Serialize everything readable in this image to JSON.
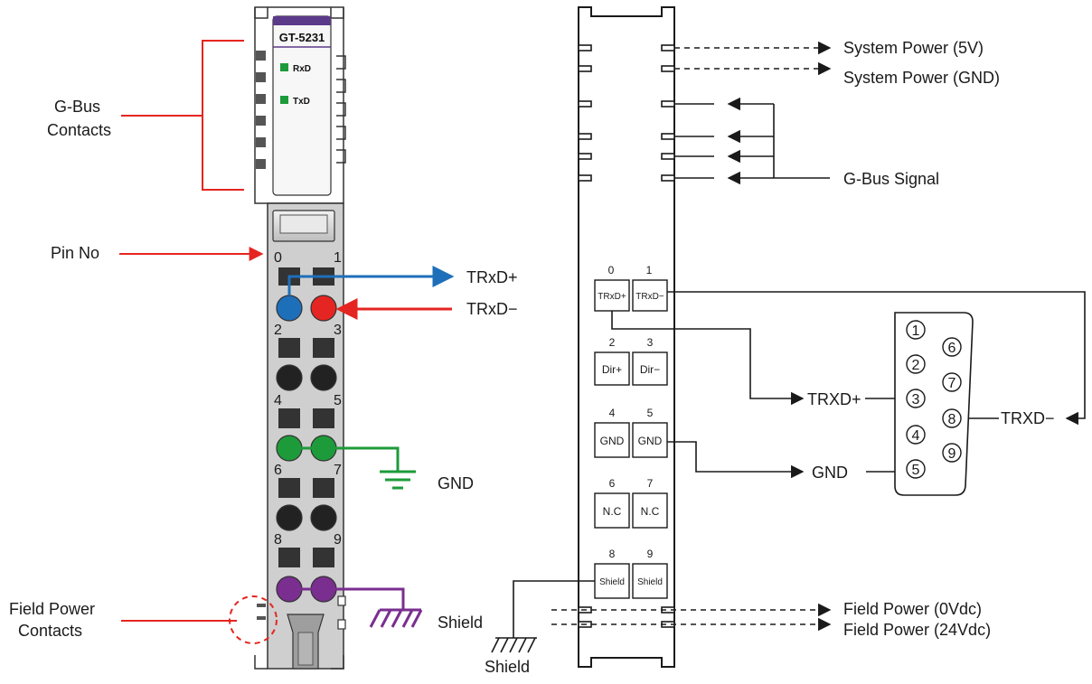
{
  "module": {
    "model": "GT-5231",
    "leds": [
      "RxD",
      "TxD"
    ]
  },
  "left_labels": {
    "gbus": [
      "G-Bus",
      "Contacts"
    ],
    "pin_no": "Pin No",
    "field_power": [
      "Field Power",
      "Contacts"
    ]
  },
  "left_pins": [
    "0",
    "1",
    "2",
    "3",
    "4",
    "5",
    "6",
    "7",
    "8",
    "9"
  ],
  "left_signals": {
    "trxd_plus": "TRxD+",
    "trxd_minus": "TRxD−",
    "gnd": "GND",
    "shield": "Shield"
  },
  "right_terminals": [
    {
      "pin": "0",
      "label": "TRxD+"
    },
    {
      "pin": "1",
      "label": "TRxD−"
    },
    {
      "pin": "2",
      "label": "Dir+"
    },
    {
      "pin": "3",
      "label": "Dir−"
    },
    {
      "pin": "4",
      "label": "GND"
    },
    {
      "pin": "5",
      "label": "GND"
    },
    {
      "pin": "6",
      "label": "N.C"
    },
    {
      "pin": "7",
      "label": "N.C"
    },
    {
      "pin": "8",
      "label": "Shield"
    },
    {
      "pin": "9",
      "label": "Shield"
    }
  ],
  "right_labels": {
    "sys_5v": "System Power (5V)",
    "sys_gnd": "System Power (GND)",
    "gbus_signal": "G-Bus Signal",
    "field_0v": "Field Power (0Vdc)",
    "field_24v": "Field Power (24Vdc)",
    "shield": "Shield",
    "trxd_plus": "TRXD+",
    "trxd_minus": "TRXD−",
    "gnd": "GND"
  },
  "db9_pins": [
    "1",
    "2",
    "3",
    "4",
    "5",
    "6",
    "7",
    "8",
    "9"
  ],
  "colors": {
    "red": "#e52521",
    "blue": "#1e6fba",
    "green": "#1d9b3a",
    "purple": "#7a2e8f",
    "module_gray": "#cfcfcf"
  }
}
